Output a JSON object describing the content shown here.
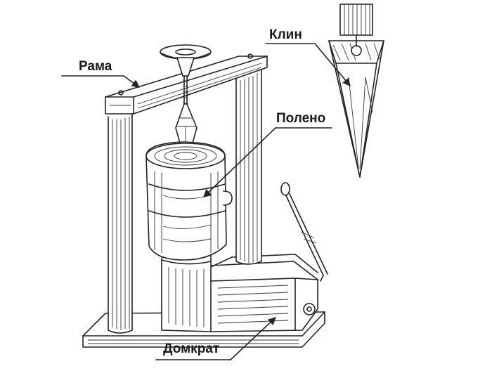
{
  "labels": {
    "frame": "Рама",
    "wedge": "Клин",
    "log": "Полено",
    "jack": "Домкрат"
  },
  "colors": {
    "ink": "#222222",
    "background": "#ffffff"
  }
}
